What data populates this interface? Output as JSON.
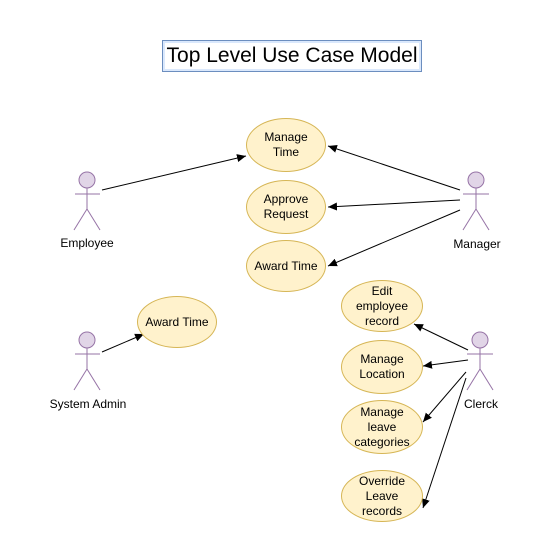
{
  "title": "Top Level Use Case Model",
  "actors": {
    "employee": "Employee",
    "manager": "Manager",
    "system_admin": "System Admin",
    "clerck": "Clerck"
  },
  "use_cases": {
    "manage_time": "Manage Time",
    "approve_request": "Approve Request",
    "award_time_manager": "Award Time",
    "award_time_admin": "Award Time",
    "edit_employee_record": "Edit employee record",
    "manage_location": "Manage Location",
    "manage_leave_categories": "Manage leave categories",
    "override_leave_records": "Override Leave records"
  },
  "colors": {
    "actor_fill": "#e1d5e7",
    "actor_stroke": "#9673a6",
    "usecase_fill": "#fff2cc",
    "usecase_stroke": "#d6b656",
    "title_border": "#6c8ebf"
  }
}
